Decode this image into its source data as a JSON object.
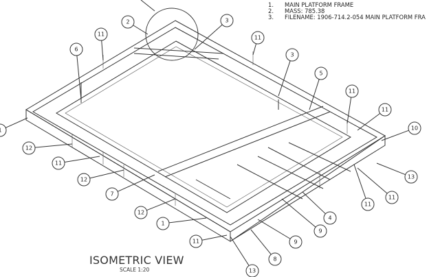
{
  "notes": [
    {
      "num": "1.",
      "text": "MAIN PLATFORM FRAME"
    },
    {
      "num": "2.",
      "text": "MASS: 785.38"
    },
    {
      "num": "3.",
      "text": "FILENAME: 1906-714.2-054 MAIN PLATFORM FRA"
    }
  ],
  "view": {
    "title": "ISOMETRIC VIEW",
    "scale": "SCALE 1:20"
  },
  "balloons": [
    "1",
    "2",
    "3",
    "11",
    "11",
    "6",
    "3",
    "5",
    "11",
    "11",
    "10",
    "12",
    "11",
    "12",
    "7",
    "12",
    "13",
    "11",
    "11",
    "4",
    "9",
    "9",
    "1",
    "8",
    "11",
    "13"
  ]
}
